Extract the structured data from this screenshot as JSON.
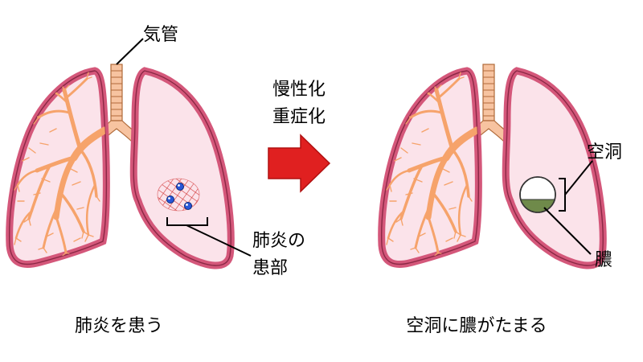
{
  "labels": {
    "trachea": "気管",
    "process_line1": "慢性化",
    "process_line2": "重症化",
    "lesion_line1": "肺炎の",
    "lesion_line2": "患部",
    "cavity": "空洞",
    "pus": "膿"
  },
  "captions": {
    "left": "肺炎を患う",
    "right": "空洞に膿がたまる"
  },
  "colors": {
    "lung_outer": "#d4577a",
    "lung_fill": "#fbe3ea",
    "bronchi": "#f6a36b",
    "trachea": "#f7c3a0",
    "arrow": "#e02020",
    "lesion": "#e05050",
    "bacteria": "#2857d8",
    "pus": "#6f8a4a"
  }
}
